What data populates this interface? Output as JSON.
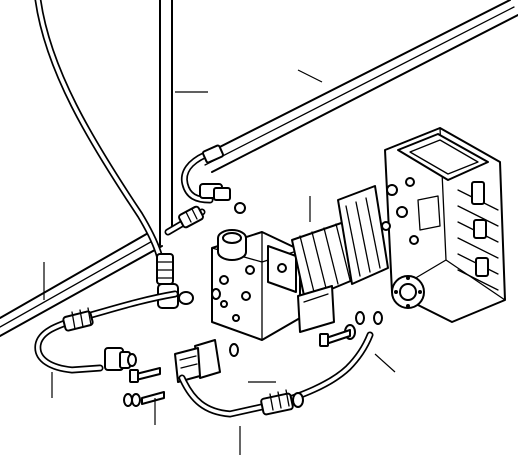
{
  "diagram": {
    "type": "exploded-parts-drawing",
    "subject_icons": [
      "hydraulic-pump",
      "gearbox",
      "hose",
      "fitting",
      "bolt",
      "washer",
      "o-ring"
    ],
    "line_color": "#000000",
    "background_color": "#ffffff"
  }
}
